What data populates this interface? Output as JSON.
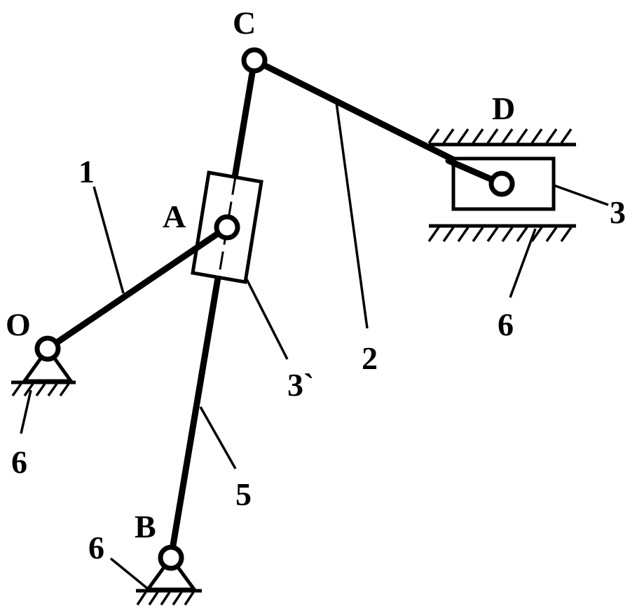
{
  "diagram": {
    "points": {
      "O": "O",
      "A": "A",
      "B": "B",
      "C": "C",
      "D": "D"
    },
    "link_labels": {
      "crank": "1",
      "coupler": "2",
      "slider": "3",
      "pivot_block": "3`",
      "rocker": "5",
      "ground_left": "6",
      "ground_bottom": "6",
      "ground_guide": "6"
    }
  }
}
